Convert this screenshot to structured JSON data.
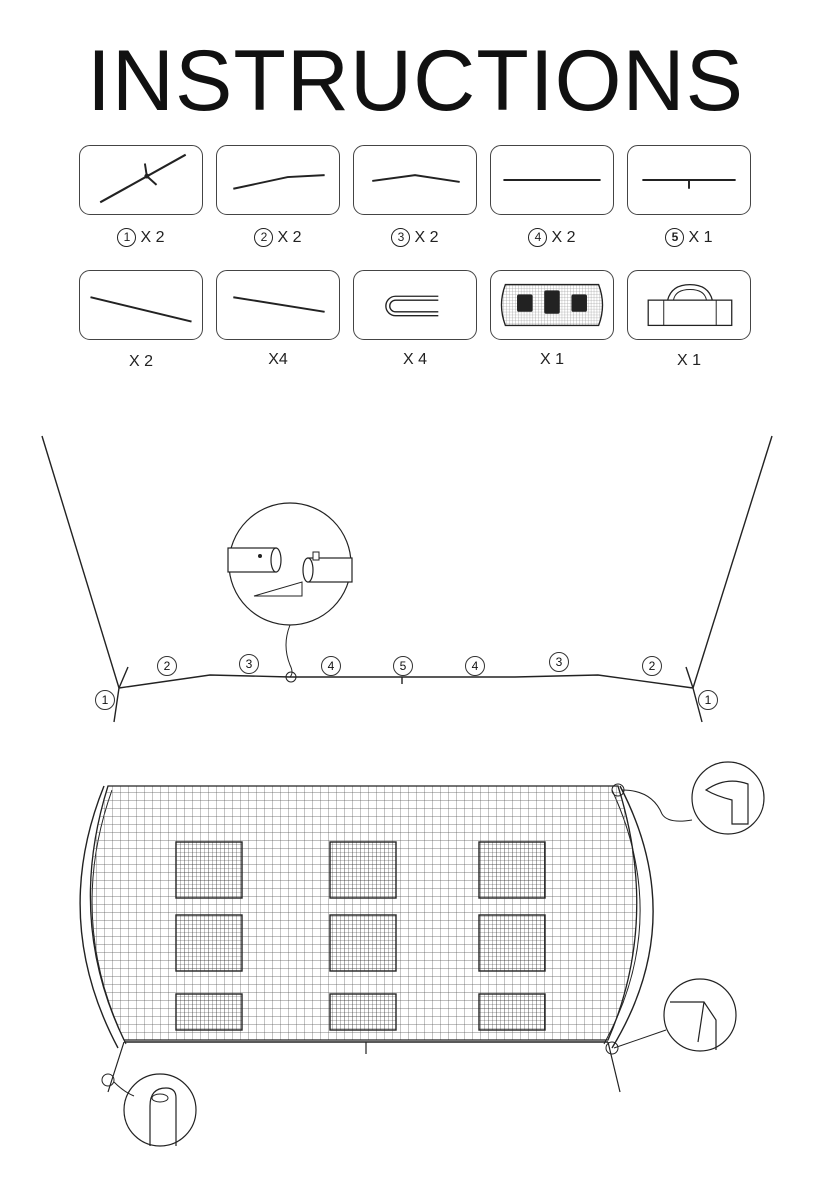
{
  "title": "INSTRUCTIONS",
  "parts_row1": [
    {
      "num": "1",
      "qty": "X 2"
    },
    {
      "num": "2",
      "qty": "X 2"
    },
    {
      "num": "3",
      "qty": "X 2"
    },
    {
      "num": "4",
      "qty": "X 2"
    },
    {
      "num": "5",
      "qty": "X 1"
    }
  ],
  "parts_row2": [
    {
      "qty": "X 2"
    },
    {
      "qty": "X4"
    },
    {
      "qty": "X 4"
    },
    {
      "qty": "X 1"
    },
    {
      "qty": "X 1"
    }
  ],
  "frame_labels": [
    "1",
    "2",
    "3",
    "4",
    "5",
    "4",
    "3",
    "2",
    "1"
  ]
}
